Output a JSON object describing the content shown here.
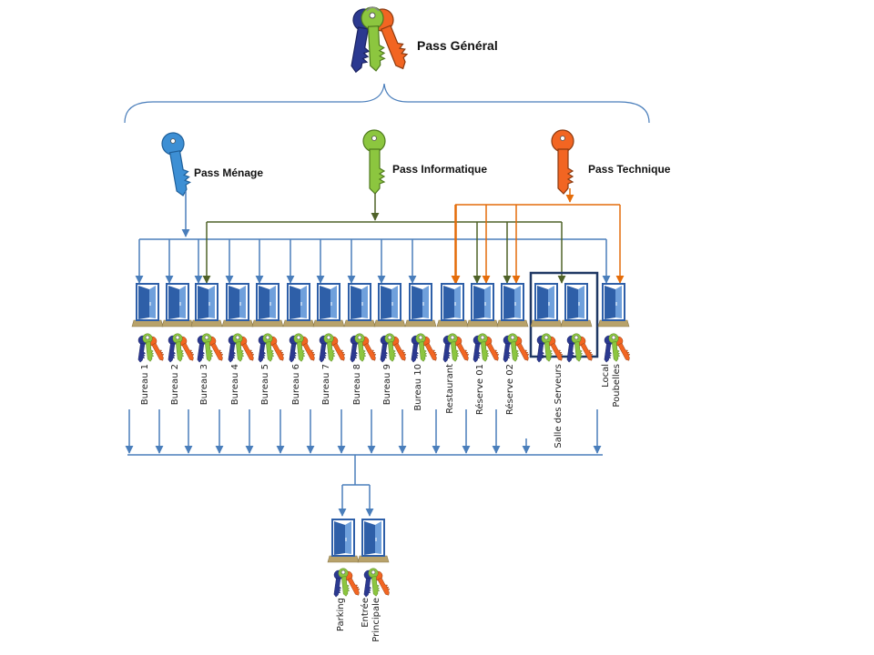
{
  "diagram": {
    "title": "",
    "passes": {
      "general": {
        "label": "Pass Général"
      },
      "menage": {
        "label": "Pass Ménage",
        "color": "#3D8FD4"
      },
      "informatique": {
        "label": "Pass Informatique",
        "color": "#8CC63F"
      },
      "technique": {
        "label": "Pass Technique",
        "color": "#F26522"
      }
    },
    "doors": [
      {
        "label": "Bureau 1",
        "access": [
          "menage"
        ]
      },
      {
        "label": "Bureau 2",
        "access": [
          "menage"
        ]
      },
      {
        "label": "Bureau 3",
        "access": [
          "menage",
          "informatique"
        ]
      },
      {
        "label": "Bureau 4",
        "access": [
          "menage"
        ]
      },
      {
        "label": "Bureau 5",
        "access": [
          "menage"
        ]
      },
      {
        "label": "Bureau 6",
        "access": [
          "menage"
        ]
      },
      {
        "label": "Bureau 7",
        "access": [
          "menage"
        ]
      },
      {
        "label": "Bureau 8",
        "access": [
          "menage"
        ]
      },
      {
        "label": "Bureau 9",
        "access": [
          "menage"
        ]
      },
      {
        "label": "Bureau 10",
        "access": [
          "menage"
        ]
      },
      {
        "label": "Restaurant",
        "access": [
          "technique"
        ]
      },
      {
        "label": "Réserve 01",
        "access": [
          "informatique",
          "technique"
        ]
      },
      {
        "label": "Réserve 02",
        "access": [
          "informatique",
          "technique"
        ]
      },
      {
        "label": "Salle des Serveurs",
        "access": [
          "informatique"
        ],
        "boxed": true,
        "doors": 2
      },
      {
        "label": "Local Poubelles",
        "lines": [
          "Local",
          "Poubelles"
        ],
        "access": [
          "menage",
          "technique"
        ]
      }
    ],
    "entrances": [
      {
        "label": "Parking",
        "lines": [
          "Parking"
        ]
      },
      {
        "label": "Entrée Principale",
        "lines": [
          "Entrée",
          "Principale"
        ]
      }
    ],
    "colors": {
      "menage_line": "#4A7EBB",
      "informatique_line": "#4F6228",
      "technique_line": "#E46C0A",
      "door_blue": "#2E5FA8",
      "door_frame": "#B8A26A",
      "box_border": "#1F3864",
      "key_navy": "#2B3990"
    }
  }
}
